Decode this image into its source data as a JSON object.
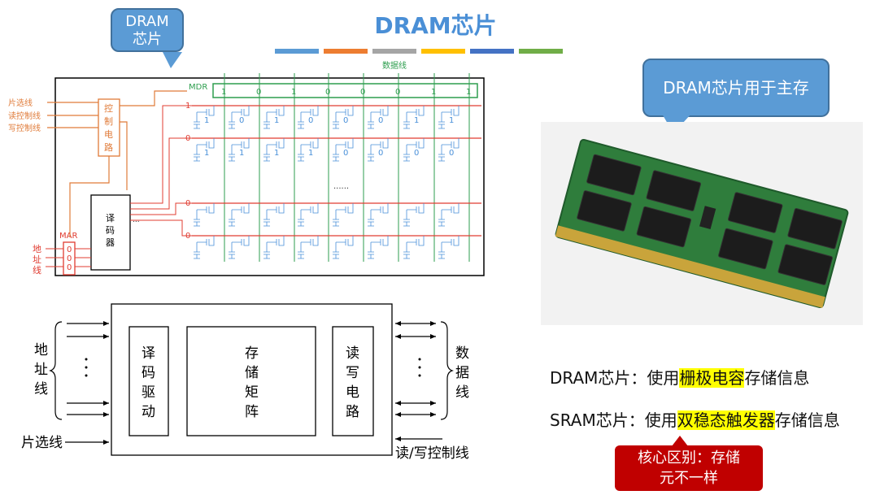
{
  "title": "DRAM芯片",
  "title_bars": [
    "#5b9bd5",
    "#ed7d31",
    "#a5a5a5",
    "#ffc000",
    "#4472c4",
    "#70ad47"
  ],
  "callout_dram": {
    "line1": "DRAM",
    "line2": "芯片"
  },
  "callout_main": "DRAM芯片用于主存",
  "circuit": {
    "data_line": "数据线",
    "mdr_label": "MDR",
    "mdr_bits": [
      "1",
      "0",
      "1",
      "0",
      "0",
      "0",
      "1",
      "1"
    ],
    "signals": [
      "片选线",
      "读控制线",
      "写控制线"
    ],
    "control_chars": [
      "控",
      "制",
      "电",
      "路"
    ],
    "decoder_chars": [
      "译",
      "码",
      "器"
    ],
    "mar_label": "MAR",
    "mar_bits": [
      "0",
      "0",
      "0"
    ],
    "addr_chars": [
      "地",
      "址",
      "线"
    ],
    "row_values": [
      "1",
      "0",
      "0",
      "0"
    ],
    "row1_bits": [
      "1",
      "0",
      "1",
      "0",
      "0",
      "0",
      "1",
      "1"
    ],
    "row2_bits": [
      "1",
      "1",
      "1",
      "1",
      "0",
      "0",
      "0",
      "0"
    ],
    "dots_mid": "......",
    "dots_dec": "..."
  },
  "block": {
    "addr_chars": [
      "地",
      "址",
      "线"
    ],
    "data_chars": [
      "数",
      "据",
      "线"
    ],
    "decoder_chars": [
      "译",
      "码",
      "驱",
      "动"
    ],
    "array_chars": [
      "存",
      "储",
      "矩",
      "阵"
    ],
    "rw_chars": [
      "读",
      "写",
      "电",
      "路"
    ],
    "chip_select": "片选线",
    "rw_control": "读/写控制线"
  },
  "info": {
    "dram_prefix": "DRAM芯片：使用",
    "dram_highlight": "栅极电容",
    "dram_suffix": "存储信息",
    "sram_prefix": "SRAM芯片：使用",
    "sram_highlight": "双稳态触发器",
    "sram_suffix": "存储信息"
  },
  "core_note": {
    "line1": "核心区别：存储",
    "line2": "元不一样"
  },
  "colors": {
    "accent_blue": "#4a8fd6",
    "circuit_red": "#e03c31",
    "circuit_orange": "#e07b39",
    "mdr_green": "#2e9e4f",
    "cell_blue": "#4a90d9",
    "core_red": "#c00000",
    "highlight": "#ffff00"
  }
}
